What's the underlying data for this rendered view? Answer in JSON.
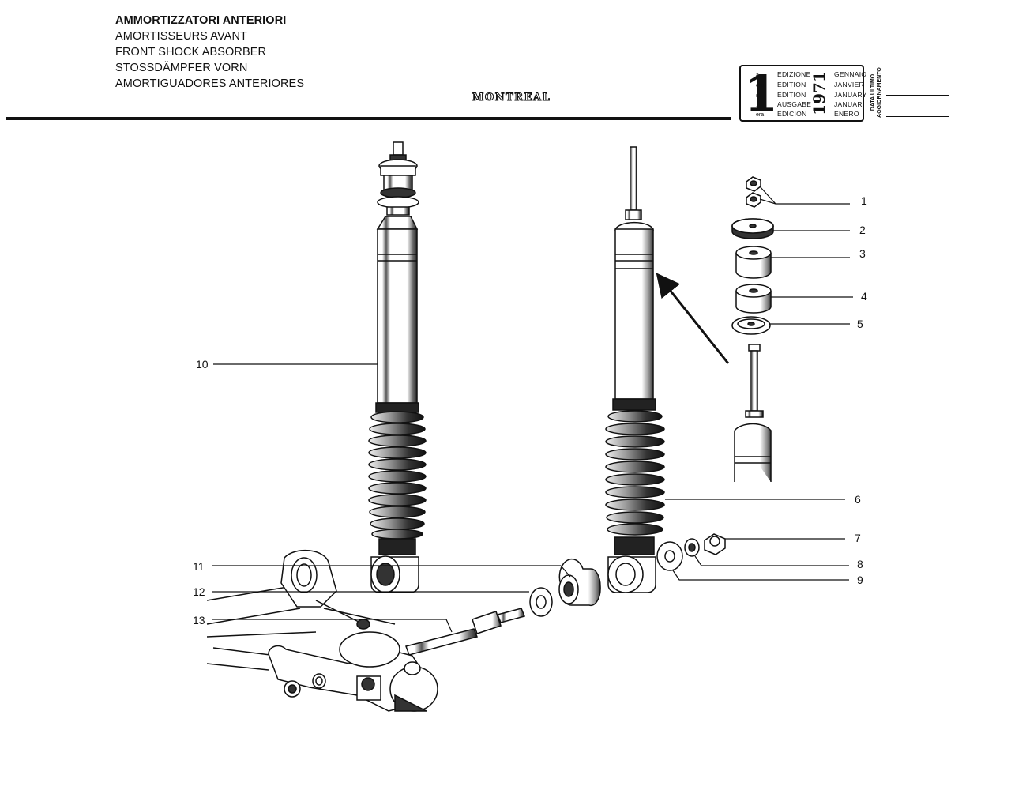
{
  "header": {
    "titles": [
      "AMMORTIZZATORI ANTERIORI",
      "AMORTISSEURS AVANT",
      "FRONT SHOCK ABSORBER",
      "STOSSDÄMPFER VORN",
      "AMORTIGUADORES ANTERIORES"
    ],
    "brand": "MONTREAL"
  },
  "edition": {
    "number": "1",
    "suffixes": [
      "a",
      "ere",
      "st",
      ".",
      "era"
    ],
    "labels": [
      "EDIZIONE",
      "EDITION",
      "EDITION",
      "AUSGABE",
      "EDICION"
    ],
    "year": "1971",
    "months": [
      "GENNAIO",
      "JANVIER",
      "JANUARY",
      "JANUAR",
      "ENERO"
    ],
    "update_label_line1": "DATA ULTIMO",
    "update_label_line2": "AGGIORNAMENTO"
  },
  "callouts": [
    "1",
    "2",
    "3",
    "4",
    "5",
    "6",
    "7",
    "8",
    "9",
    "10",
    "11",
    "12",
    "13"
  ]
}
